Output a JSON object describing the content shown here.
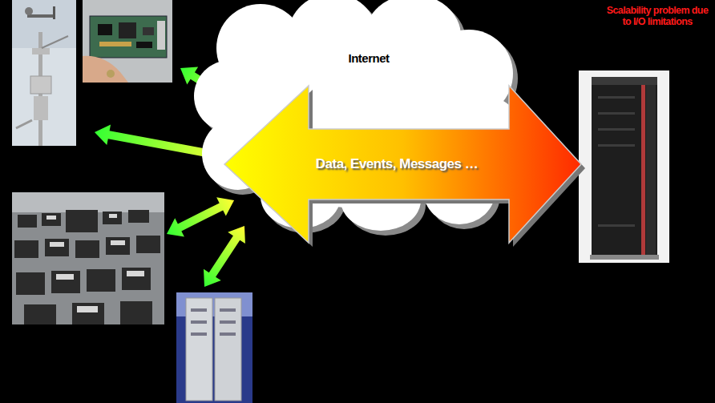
{
  "diagram": {
    "nodes": [
      {
        "text": [
          "Internet"
        ]
      },
      {
        "text": [
          "Data, Events, Messages …"
        ]
      }
    ],
    "labels": [
      "Scalability problem due to I/O limitations"
    ]
  }
}
